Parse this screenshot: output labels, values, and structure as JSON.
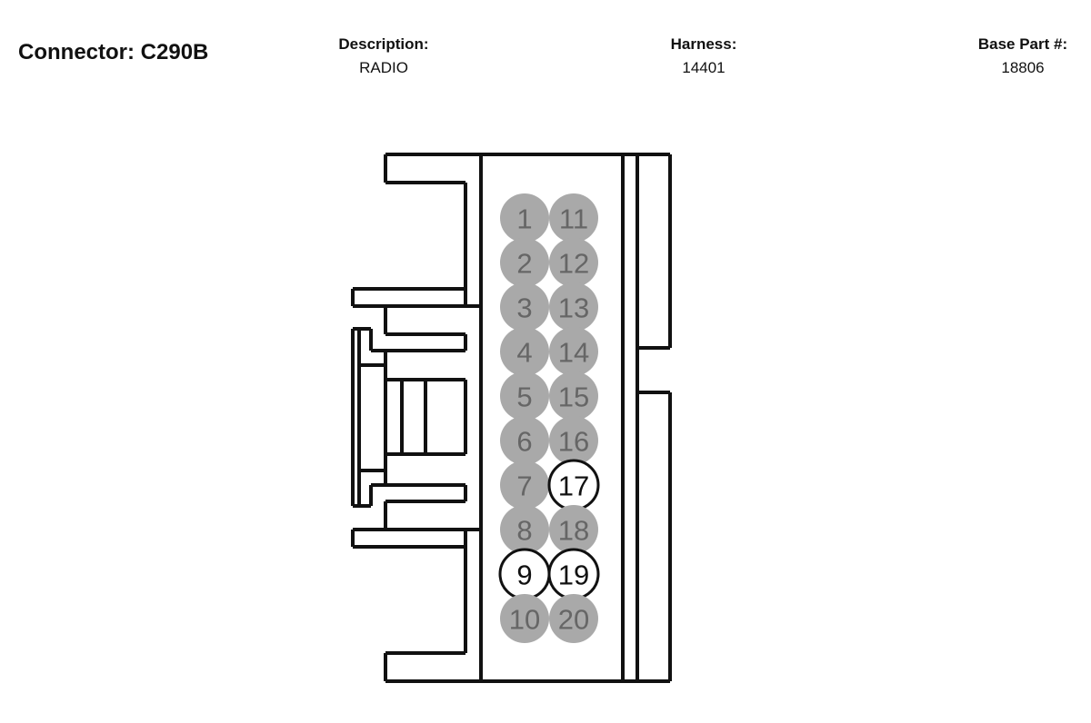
{
  "header": {
    "connector_title": "Connector: C290B",
    "description_label": "Description:",
    "description_value": "RADIO",
    "harness_label": "Harness:",
    "harness_value": "14401",
    "base_part_label": "Base Part #:",
    "base_part_value": "18806"
  },
  "colors": {
    "outline": "#111111",
    "pin_filled": "#a9a9a9",
    "pin_text_filled": "#666666",
    "pin_open_fill": "#ffffff",
    "pin_open_text": "#111111"
  },
  "pins": [
    {
      "label": "1",
      "filled": true
    },
    {
      "label": "2",
      "filled": true
    },
    {
      "label": "3",
      "filled": true
    },
    {
      "label": "4",
      "filled": true
    },
    {
      "label": "5",
      "filled": true
    },
    {
      "label": "6",
      "filled": true
    },
    {
      "label": "7",
      "filled": true
    },
    {
      "label": "8",
      "filled": true
    },
    {
      "label": "9",
      "filled": false
    },
    {
      "label": "10",
      "filled": true
    },
    {
      "label": "11",
      "filled": true
    },
    {
      "label": "12",
      "filled": true
    },
    {
      "label": "13",
      "filled": true
    },
    {
      "label": "14",
      "filled": true
    },
    {
      "label": "15",
      "filled": true
    },
    {
      "label": "16",
      "filled": true
    },
    {
      "label": "17",
      "filled": false
    },
    {
      "label": "18",
      "filled": true
    },
    {
      "label": "19",
      "filled": false
    },
    {
      "label": "20",
      "filled": true
    }
  ]
}
